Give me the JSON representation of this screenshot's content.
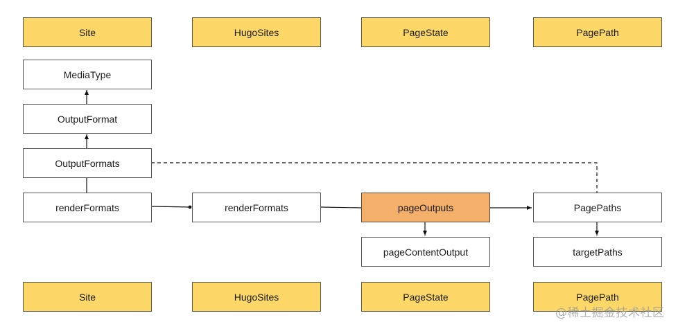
{
  "diagram": {
    "top_row": [
      {
        "id": "site_top",
        "label": "Site"
      },
      {
        "id": "hugosites_top",
        "label": "HugoSites"
      },
      {
        "id": "pagestate_top",
        "label": "PageState"
      },
      {
        "id": "pagepath_top",
        "label": "PagePath"
      }
    ],
    "nodes": {
      "mediatype": {
        "label": "MediaType"
      },
      "outputformat": {
        "label": "OutputFormat"
      },
      "outputformats": {
        "label": "OutputFormats"
      },
      "renderformats_site": {
        "label": "renderFormats"
      },
      "renderformats_hugosites": {
        "label": "renderFormats"
      },
      "pageoutputs": {
        "label": "pageOutputs",
        "highlight": "#f4b06a"
      },
      "pagecontentoutput": {
        "label": "pageContentOutput"
      },
      "pagepaths": {
        "label": "PagePaths"
      },
      "targetpaths": {
        "label": "targetPaths"
      }
    },
    "bottom_row": [
      {
        "id": "site_bottom",
        "label": "Site"
      },
      {
        "id": "hugosites_bottom",
        "label": "HugoSites"
      },
      {
        "id": "pagestate_bottom",
        "label": "PageState"
      },
      {
        "id": "pagepath_bottom",
        "label": "PagePath"
      }
    ],
    "edges": [
      {
        "from": "outputformat",
        "to": "mediatype",
        "style": "solid-arrow"
      },
      {
        "from": "outputformats",
        "to": "outputformat",
        "style": "solid-arrow"
      },
      {
        "from": "renderformats_site",
        "to": "outputformats",
        "style": "solid-line"
      },
      {
        "from": "renderformats_site",
        "to": "renderformats_hugosites",
        "style": "solid-dot"
      },
      {
        "from": "renderformats_hugosites",
        "to": "pageoutputs",
        "style": "solid-line"
      },
      {
        "from": "pageoutputs",
        "to": "pagepaths",
        "style": "solid-arrow"
      },
      {
        "from": "pageoutputs",
        "to": "pagecontentoutput",
        "style": "solid-arrow"
      },
      {
        "from": "pagepaths",
        "to": "targetpaths",
        "style": "solid-arrow"
      },
      {
        "from": "outputformats",
        "to": "pagepaths",
        "style": "dashed"
      }
    ],
    "colors": {
      "group_header": "#fdd868",
      "highlight": "#f4b06a",
      "node": "#ffffff",
      "border": "#555555"
    }
  },
  "watermark": "@稀土掘金技术社区"
}
